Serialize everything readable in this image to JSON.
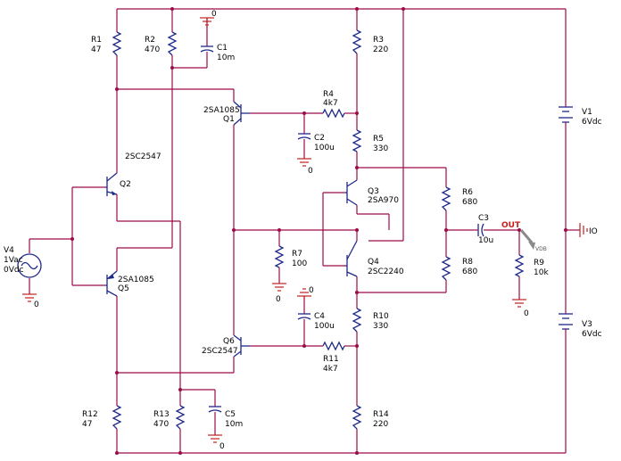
{
  "components": {
    "R1": {
      "name": "R1",
      "value": "47"
    },
    "R2": {
      "name": "R2",
      "value": "470"
    },
    "C1": {
      "name": "C1",
      "value": "10m"
    },
    "R3": {
      "name": "R3",
      "value": "220"
    },
    "R4": {
      "name": "R4",
      "value": "4k7"
    },
    "R5": {
      "name": "R5",
      "value": "330"
    },
    "C2": {
      "name": "C2",
      "value": "100u"
    },
    "Q1": {
      "name": "Q1",
      "part": "2SA1085"
    },
    "Q2": {
      "name": "Q2",
      "part": "2SC2547"
    },
    "Q3": {
      "name": "Q3",
      "part": "2SA970"
    },
    "Q4": {
      "name": "Q4",
      "part": "2SC2240"
    },
    "Q5": {
      "name": "Q5",
      "part": "2SA1085"
    },
    "Q6": {
      "name": "Q6",
      "part": "2SC2547"
    },
    "R6": {
      "name": "R6",
      "value": "680"
    },
    "R7": {
      "name": "R7",
      "value": "100"
    },
    "R8": {
      "name": "R8",
      "value": "680"
    },
    "C3": {
      "name": "C3",
      "value": "10u"
    },
    "R9": {
      "name": "R9",
      "value": "10k"
    },
    "C4": {
      "name": "C4",
      "value": "100u"
    },
    "R10": {
      "name": "R10",
      "value": "330"
    },
    "R11": {
      "name": "R11",
      "value": "4k7"
    },
    "R12": {
      "name": "R12",
      "value": "47"
    },
    "R13": {
      "name": "R13",
      "value": "470"
    },
    "C5": {
      "name": "C5",
      "value": "10m"
    },
    "R14": {
      "name": "R14",
      "value": "220"
    },
    "V1": {
      "name": "V1",
      "value": "6Vdc"
    },
    "V3": {
      "name": "V3",
      "value": "6Vdc"
    },
    "V4": {
      "name": "V4",
      "ac": "1Vac",
      "dc": "0Vdc"
    }
  },
  "ground_label": "0",
  "net_out": "OUT",
  "net_io": "IO",
  "vdb_marker": "VDB",
  "colors": {
    "wire": "#9c0a4a",
    "part": "#1f2a8a",
    "ground": "#c02020"
  }
}
